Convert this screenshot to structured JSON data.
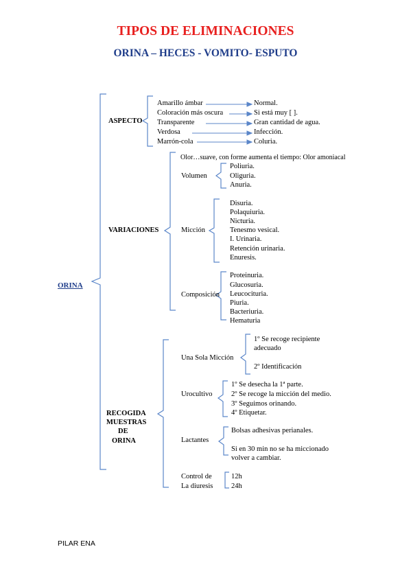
{
  "title": "TIPOS DE ELIMINACIONES",
  "subtitle": "ORINA – HECES -  VOMITO- ESPUTO",
  "root": "ORINA",
  "aspecto": {
    "label": "ASPECTO",
    "items": [
      {
        "left": "Amarillo ámbar",
        "right": "Normal."
      },
      {
        "left": "Coloración más oscura",
        "right": "Si está muy [ ]."
      },
      {
        "left": "Transparente",
        "right": "Gran cantidad de agua."
      },
      {
        "left": "Verdosa",
        "right": "Infección."
      },
      {
        "left": "Marrón-cola",
        "right": "Coluria."
      }
    ]
  },
  "variaciones": {
    "label": "VARIACIONES",
    "olor": "Olor…suave, con forme aumenta el tiempo: Olor amoniacal",
    "volumen": {
      "label": "Volumen",
      "items": [
        "Poliuria.",
        "Oliguria.",
        "Anuria."
      ]
    },
    "miccion": {
      "label": "Micción",
      "items": [
        "Disuria.",
        "Polaquiuria.",
        "Nicturia.",
        "Tenesmo vesical.",
        "I. Urinaria.",
        "Retención urinaria.",
        "Enuresis."
      ]
    },
    "composicion": {
      "label": "Composición",
      "items": [
        "Proteinuria.",
        "Glucosuria.",
        "Leucocituria.",
        "Piuria.",
        "Bacteriuria.",
        "Hematuria"
      ]
    }
  },
  "recogida": {
    "label_lines": [
      "RECOGIDA",
      "MUESTRAS",
      "DE",
      "ORINA"
    ],
    "una_sola": {
      "label": "Una Sola Micción",
      "item1_lines": [
        "1º Se recoge recipiente",
        "adecuado"
      ],
      "item2": "2º Identificación"
    },
    "urocultivo": {
      "label": "Urocultivo",
      "items": [
        "1º Se desecha la 1ª parte.",
        "2º Se recoge la micción del medio.",
        "3º Seguimos orinando.",
        "4º Etiquetar."
      ]
    },
    "lactantes": {
      "label": "Lactantes",
      "item1": "Bolsas adhesivas perianales.",
      "item2_lines": [
        "Si en 30 min no se ha miccionado",
        "volver a cambiar."
      ]
    },
    "control": {
      "label_lines": [
        "Control de",
        "La diuresis"
      ],
      "items": [
        "12h",
        "24h"
      ]
    }
  },
  "footer": "PILAR ENA",
  "colors": {
    "title": "#e8201f",
    "subtitle": "#1f3d8a",
    "bracket": "#5b86c9"
  }
}
